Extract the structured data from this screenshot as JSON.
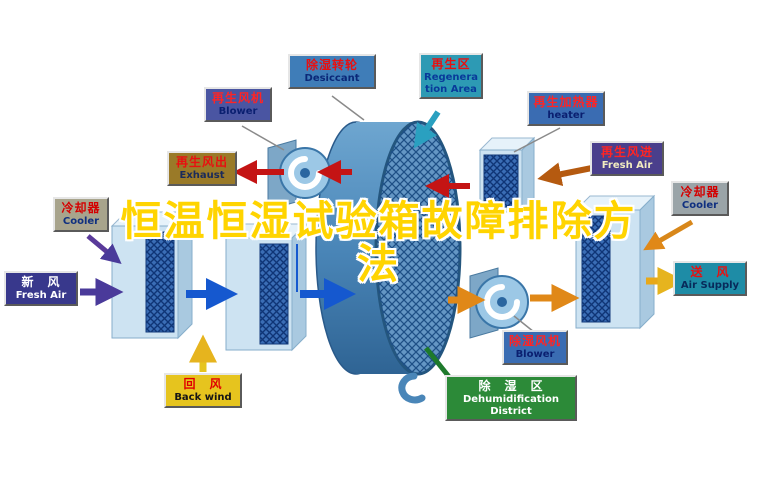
{
  "title": {
    "line1": "恒温恒湿试验箱故障排除方",
    "line2": "法"
  },
  "colors": {
    "title_fill": "#ffd400",
    "title_outline": "#ffffff"
  },
  "labels": {
    "desiccant": {
      "zh": "除湿转轮",
      "en": "Desiccant"
    },
    "regeneration_area": {
      "zh": "再生区",
      "en": "Regeneration Area"
    },
    "regen_blower": {
      "zh": "再生风机",
      "en": "Blower"
    },
    "regen_heater": {
      "zh": "再生加热器",
      "en": "heater"
    },
    "exhaust": {
      "zh": "再生风出",
      "en": "Exhaust"
    },
    "regen_fresh_air": {
      "zh": "再生风进",
      "en": "Fresh Air"
    },
    "cooler_left": {
      "zh": "冷却器",
      "en": "Cooler"
    },
    "cooler_right": {
      "zh": "冷却器",
      "en": "Cooler"
    },
    "fresh_air": {
      "zh": "新　风",
      "en": "Fresh Air"
    },
    "air_supply": {
      "zh": "送　风",
      "en": "Air Supply"
    },
    "back_wind": {
      "zh": "回　风",
      "en": "Back wind"
    },
    "dehumid_blower": {
      "zh": "除湿风机",
      "en": "Blower"
    },
    "dehumid_district": {
      "zh": "除　湿　区",
      "en": "Dehumidification District"
    }
  }
}
